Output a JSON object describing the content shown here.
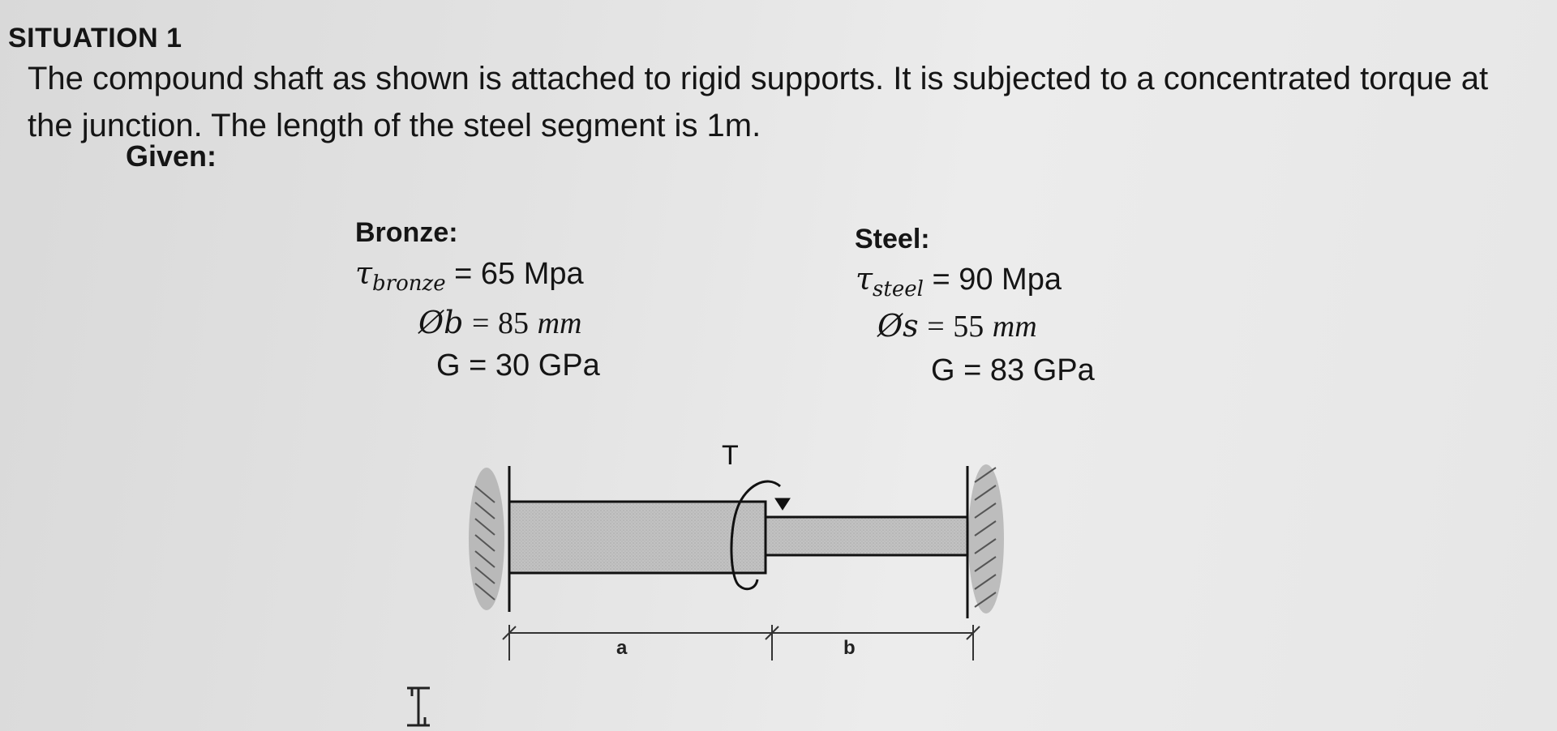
{
  "heading": "SITUATION 1",
  "paragraph": "The compound shaft as shown is attached to rigid supports. It is subjected to a concentrated torque at the junction. The length of the steel segment is 1m.",
  "given_label": "Given:",
  "bronze": {
    "header": "Bronze:",
    "tau_symbol": "τ",
    "tau_sub": "bronze",
    "tau_value": "= 65 Mpa",
    "dia_symbol": "Øb",
    "dia_eq": "=",
    "dia_value": "85",
    "dia_unit": "mm",
    "g_value": "G = 30 GPa"
  },
  "steel": {
    "header": "Steel:",
    "tau_symbol": "τ",
    "tau_sub": "steel",
    "tau_value": "= 90 Mpa",
    "dia_symbol": "Øs",
    "dia_eq": "=",
    "dia_value": "55",
    "dia_unit": "mm",
    "g_value": "G = 83 GPa"
  },
  "diagram": {
    "torque_label": "T",
    "segment_a_label": "a",
    "segment_b_label": "b"
  }
}
